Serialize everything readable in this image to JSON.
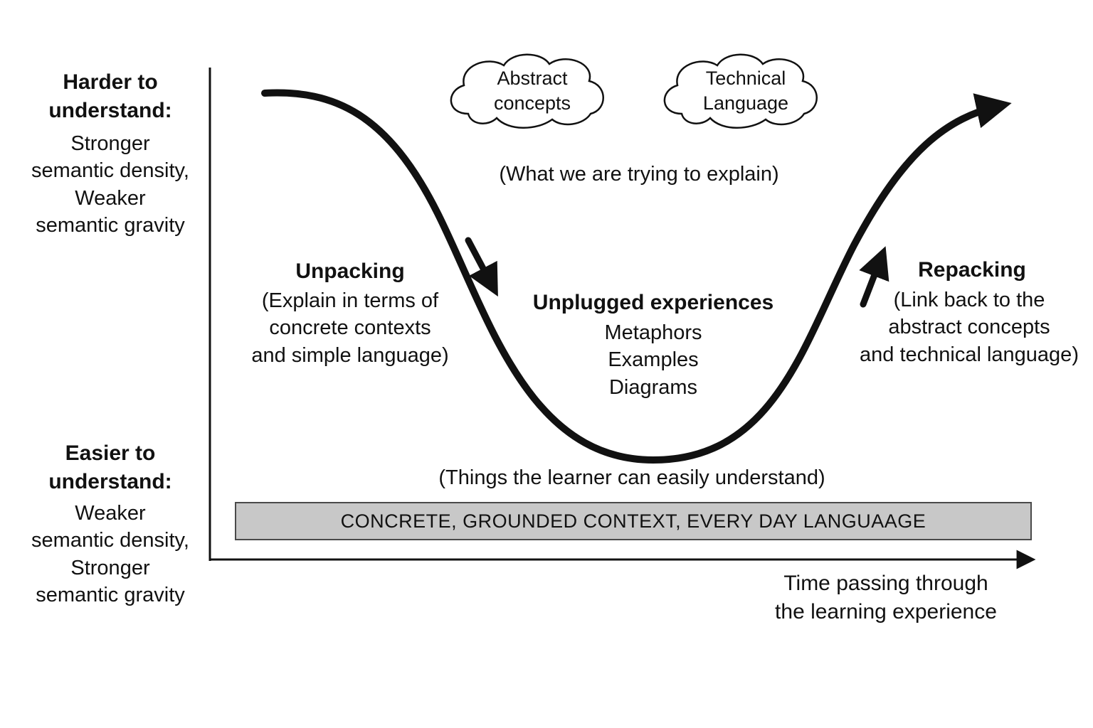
{
  "diagram": {
    "y_axis": {
      "top": {
        "heading": "Harder to\nunderstand:",
        "detail": "Stronger\nsemantic density,\nWeaker\nsemantic gravity"
      },
      "bottom": {
        "heading": "Easier to\nunderstand:",
        "detail": "Weaker\nsemantic density,\nStronger\nsemantic gravity"
      }
    },
    "clouds": [
      {
        "label": "Abstract\nconcepts"
      },
      {
        "label": "Technical\nLanguage"
      }
    ],
    "captions": {
      "top": "(What we are trying to explain)",
      "bottom": "(Things the learner can easily understand)"
    },
    "stages": {
      "unpacking": {
        "heading": "Unpacking",
        "detail": "(Explain in terms of\nconcrete contexts\nand simple language)"
      },
      "middle": {
        "heading": "Unplugged experiences",
        "detail": "Metaphors\nExamples\nDiagrams"
      },
      "repacking": {
        "heading": "Repacking",
        "detail": "(Link back to the\nabstract concepts\nand technical language)"
      }
    },
    "bar": {
      "label": "CONCRETE, GROUNDED CONTEXT, EVERY DAY LANGUAAGE",
      "fill": "#c8c8c8"
    },
    "x_axis": {
      "label": "Time passing through\nthe learning experience"
    },
    "colors": {
      "ink": "#111111"
    }
  }
}
